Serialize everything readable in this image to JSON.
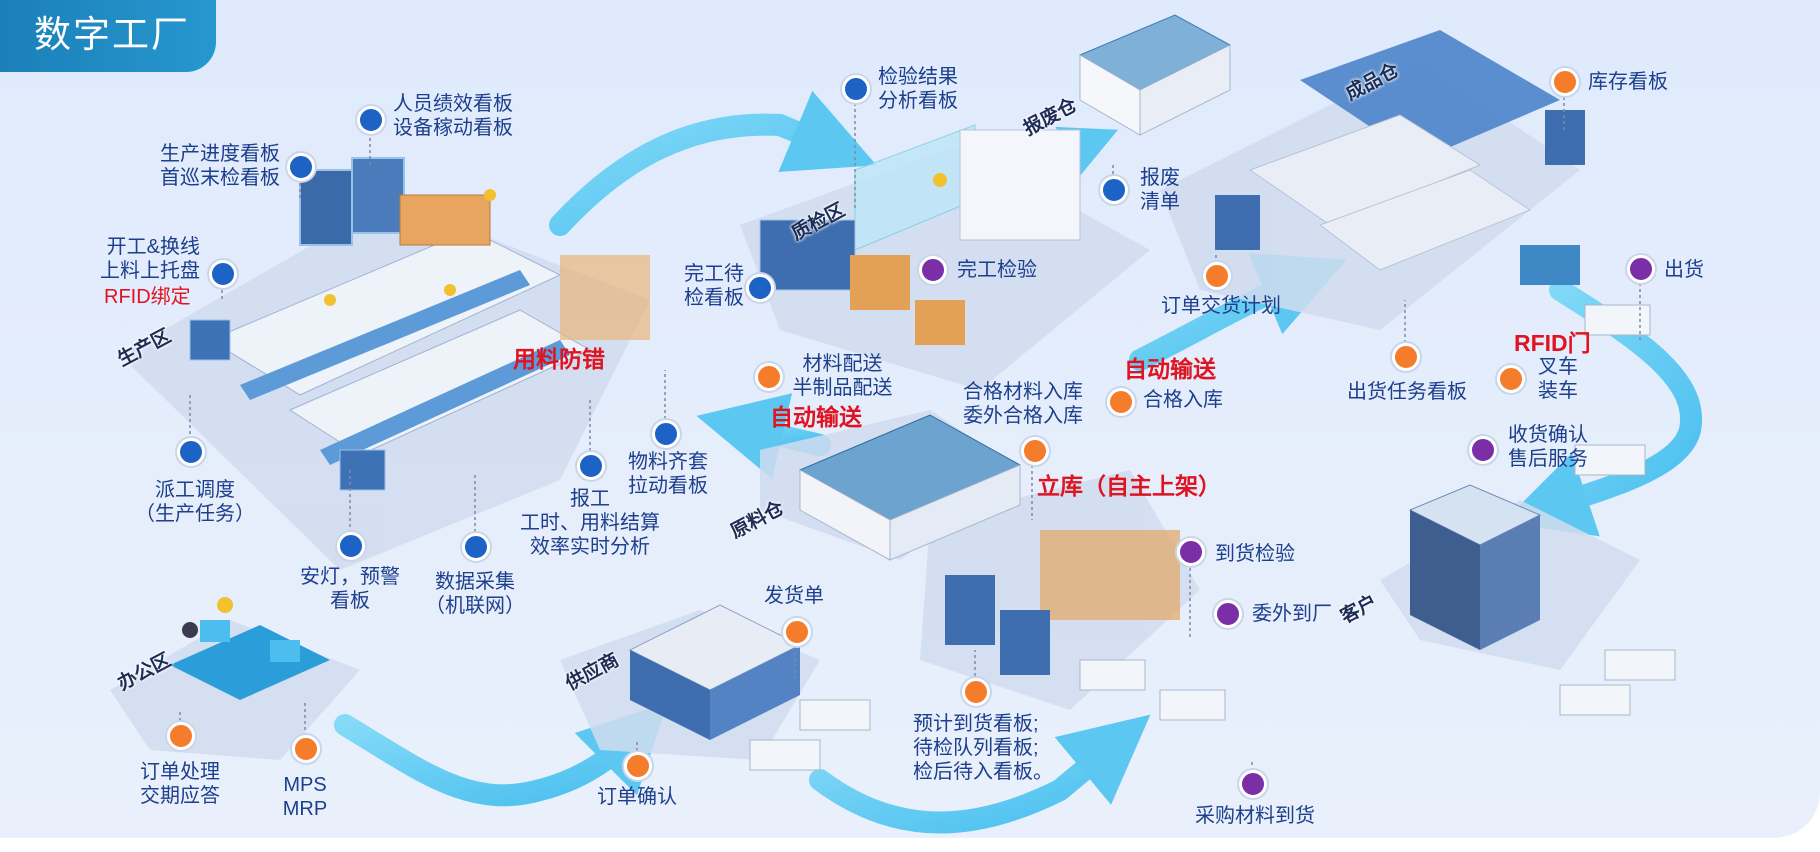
{
  "title": "数字工厂",
  "zones": {
    "production": "生产区",
    "qc": "质检区",
    "scrap": "报废仓",
    "finished": "成品仓",
    "raw": "原料仓",
    "office": "办公区",
    "supplier": "供应商",
    "customer": "客户"
  },
  "labels": {
    "staff_kpi": "人员绩效看板\n设备稼动看板",
    "prod_progress": "生产进度看板\n首巡末检看板",
    "line_change": "开工&换线\n上料上托盘",
    "rfid_bind": "RFID绑定",
    "dispatch": "派工调度\n（生产任务）",
    "andon": "安灯，预警\n看板",
    "data_collect": "数据采集\n（机联网）",
    "report": "报工\n工时、用料结算\n效率实时分析",
    "material_kit": "物料齐套\n拉动看板",
    "anti_error": "用料防错",
    "wip_board": "完工待\n检看板",
    "inspect_result": "检验结果\n分析看板",
    "final_inspect": "完工检验",
    "scrap_list": "报废\n清单",
    "auto_convey_1": "自动输送",
    "qualified_in": "合格入库",
    "order_plan": "订单交货计划",
    "inventory_board": "库存看板",
    "shipping": "出货",
    "shipping_task": "出货任务看板",
    "rfid_gate": "RFID门",
    "forklift_load": "叉车\n装车",
    "receipt": "收货确认\n售后服务",
    "material_delivery": "材料配送\n半制品配送",
    "auto_convey_2": "自动输送",
    "qualified_material": "合格材料入库\n委外合格入库",
    "stereo_wh": "立库（自主上架）",
    "arrival_inspect": "到货检验",
    "outsource_arrival": "委外到厂",
    "delivery_note": "发货单",
    "order_confirm": "订单确认",
    "expected_arrival": "预计到货看板;\n待检队列看板;\n检后待入看板。",
    "purchase_arrival": "采购材料到货",
    "order_process": "订单处理\n交期应答",
    "mps": "MPS\nMRP"
  },
  "colors": {
    "title_bg": "#1f8ac2",
    "label": "#1d3f8c",
    "highlight": "#e01320",
    "dot_blue": "#1d63c5",
    "dot_orange": "#f47c2a",
    "dot_purple": "#7a2fa8",
    "flow_arrow": "#5cc8f2"
  }
}
